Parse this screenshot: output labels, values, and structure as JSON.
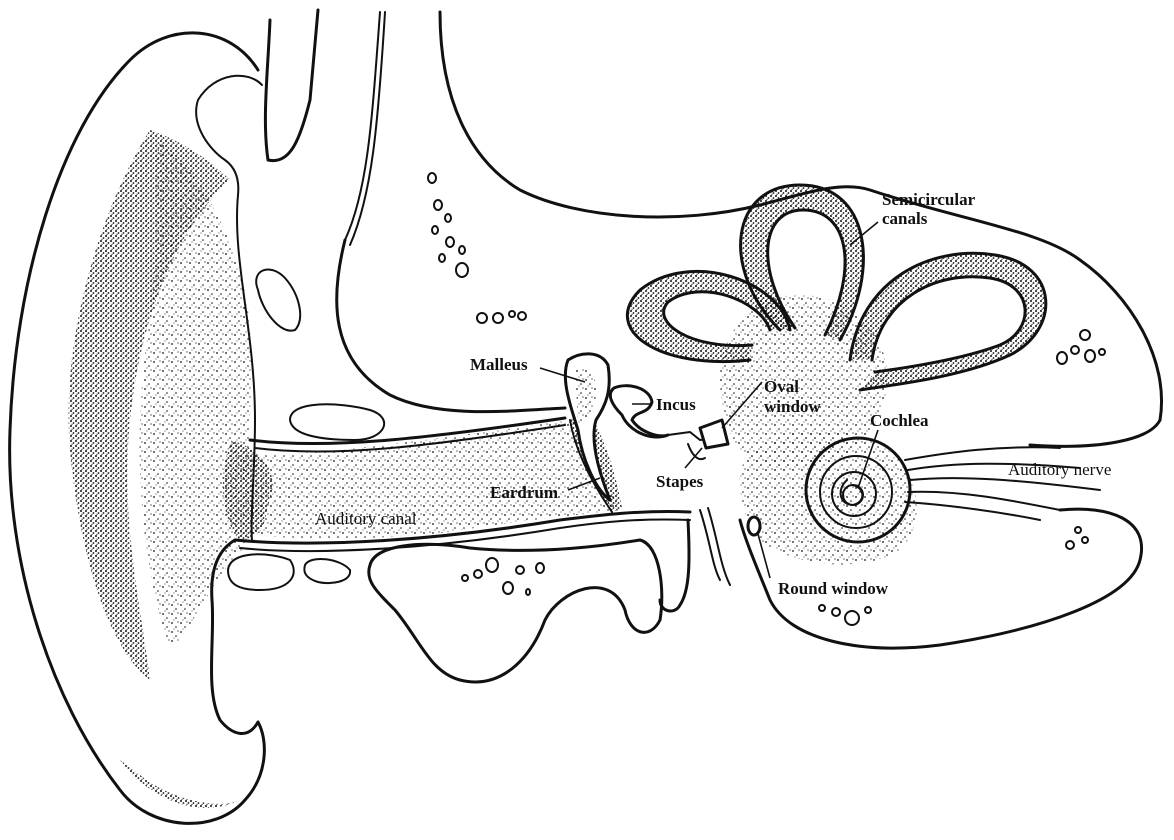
{
  "labels": {
    "semicircular_line1": "Semicircular",
    "semicircular_line2": "canals",
    "malleus": "Malleus",
    "incus": "Incus",
    "oval_line1": "Oval",
    "oval_line2": "window",
    "cochlea": "Cochlea",
    "auditory_nerve": "Auditory nerve",
    "stapes": "Stapes",
    "eardrum": "Eardrum",
    "auditory_canal": "Auditory canal",
    "round_window": "Round window"
  },
  "colors": {
    "ink": "#111111",
    "paper": "#ffffff"
  }
}
